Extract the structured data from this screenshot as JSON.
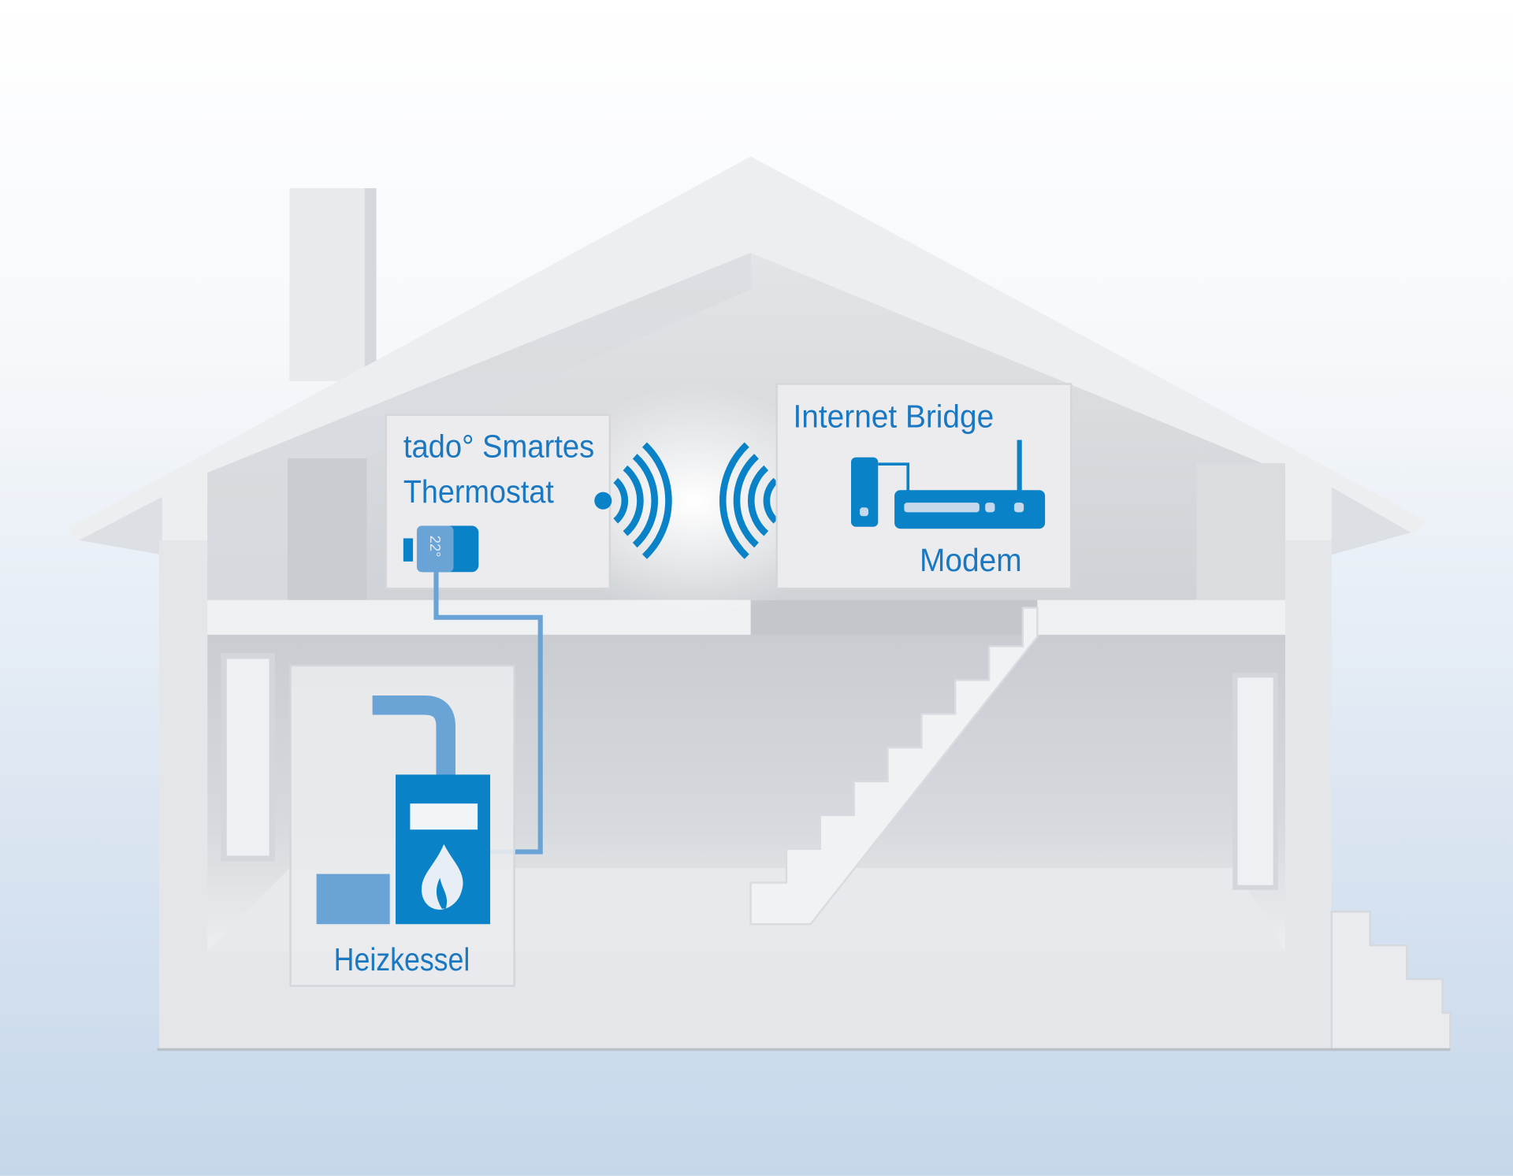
{
  "colors": {
    "accent": "#0a82c8",
    "accent_light": "#6aa3d6",
    "text": "#1a78c2",
    "house": "#e4e6e9"
  },
  "thermostat": {
    "title_line1": "tado° Smartes",
    "title_line2": "Thermostat",
    "display_value": "22°",
    "icon": "thermostat-icon"
  },
  "bridge": {
    "title": "Internet Bridge",
    "device_label": "Modem",
    "icon": "modem-icon"
  },
  "boiler": {
    "label": "Heizkessel",
    "icon": "boiler-flame-icon"
  },
  "signal": {
    "icon": "wireless-signal-icon"
  }
}
